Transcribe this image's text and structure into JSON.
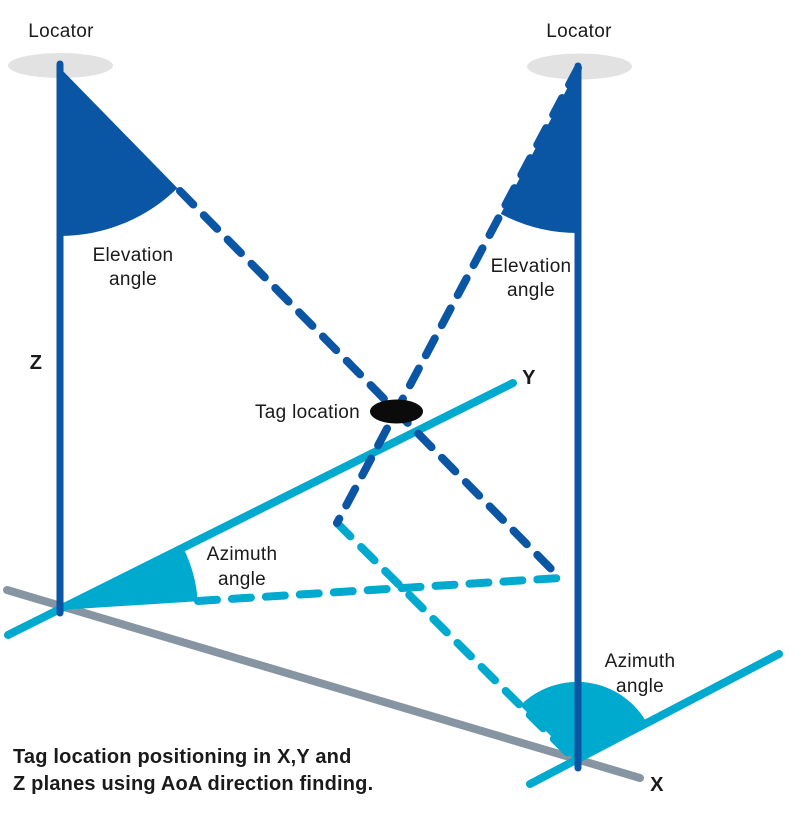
{
  "colors": {
    "blue": "#0A55A4",
    "cyan": "#00A9CE",
    "gray": "#8795A2",
    "lightgray": "#E2E2E2",
    "tag": "#0B0B0B",
    "ink": "#1A1A1A",
    "background": "#FFFFFF"
  },
  "locators": {
    "left_label": "Locator",
    "right_label": "Locator"
  },
  "angles": {
    "elevation_left": {
      "line1": "Elevation",
      "line2": "angle"
    },
    "elevation_right": {
      "line1": "Elevation",
      "line2": "angle"
    },
    "azimuth_left": {
      "line1": "Azimuth",
      "line2": "angle"
    },
    "azimuth_right": {
      "line1": "Azimuth",
      "line2": "angle"
    }
  },
  "tag": {
    "label": "Tag location"
  },
  "axes": {
    "x": "X",
    "y": "Y",
    "z": "Z"
  },
  "caption": {
    "line1": "Tag location positioning in X,Y and",
    "line2": "Z planes using AoA direction finding."
  }
}
